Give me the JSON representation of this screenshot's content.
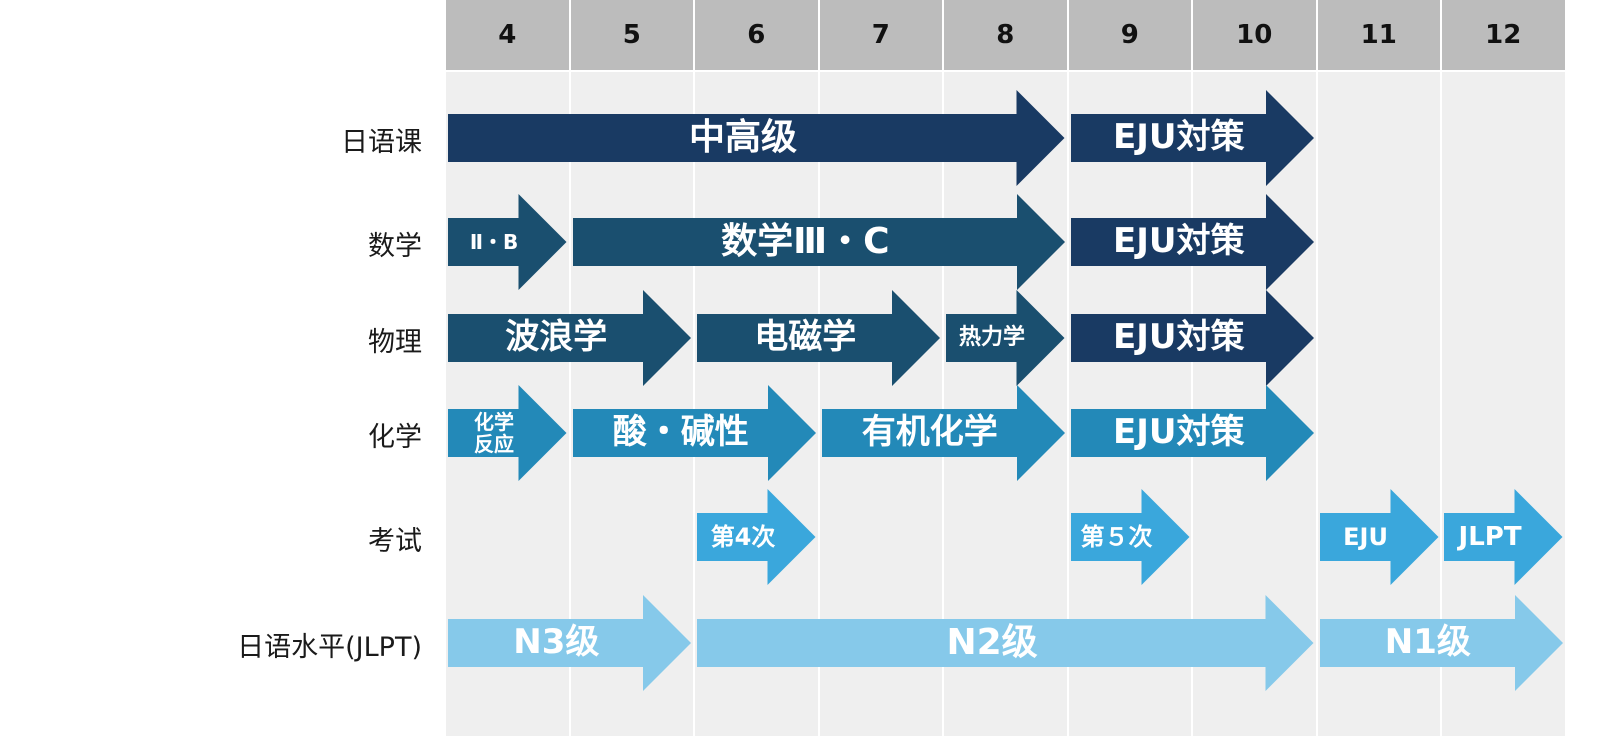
{
  "months": [
    "4",
    "5",
    "6",
    "7",
    "8",
    "9",
    "10",
    "11",
    "12"
  ],
  "rows": [
    {
      "label": "日语课"
    },
    {
      "label": "数学"
    },
    {
      "label": "物理"
    },
    {
      "label": "化学"
    },
    {
      "label": "考试"
    },
    {
      "label": "日语水平(JLPT)"
    }
  ],
  "bars": [
    {
      "row": 0,
      "start": 4.0,
      "end": 9.0,
      "text": "中高级",
      "color": "#193a63"
    },
    {
      "row": 0,
      "start": 9.0,
      "end": 11.0,
      "text": "EJU対策",
      "color": "#193a63"
    },
    {
      "row": 1,
      "start": 4.0,
      "end": 5.0,
      "text": "Ⅱ・B",
      "color": "#1a4f6f"
    },
    {
      "row": 1,
      "start": 5.0,
      "end": 9.0,
      "text": "数学Ⅲ・C",
      "color": "#1a4f6f"
    },
    {
      "row": 1,
      "start": 9.0,
      "end": 11.0,
      "text": "EJU対策",
      "color": "#193a63"
    },
    {
      "row": 2,
      "start": 4.0,
      "end": 6.0,
      "text": "波浪学",
      "color": "#1a4f6f"
    },
    {
      "row": 2,
      "start": 6.0,
      "end": 8.0,
      "text": "电磁学",
      "color": "#1a4f6f"
    },
    {
      "row": 2,
      "start": 8.0,
      "end": 9.0,
      "text": "热力学",
      "color": "#1a4f6f"
    },
    {
      "row": 2,
      "start": 9.0,
      "end": 11.0,
      "text": "EJU対策",
      "color": "#193a63"
    },
    {
      "row": 3,
      "start": 4.0,
      "end": 5.0,
      "text": "化学\n反应",
      "color": "#2389b8"
    },
    {
      "row": 3,
      "start": 5.0,
      "end": 7.0,
      "text": "酸・碱性",
      "color": "#2389b8"
    },
    {
      "row": 3,
      "start": 7.0,
      "end": 9.0,
      "text": "有机化学",
      "color": "#2389b8"
    },
    {
      "row": 3,
      "start": 9.0,
      "end": 11.0,
      "text": "EJU対策",
      "color": "#2389b8"
    },
    {
      "row": 4,
      "start": 6.0,
      "end": 7.0,
      "text": "第4次",
      "color": "#3aa7dc"
    },
    {
      "row": 4,
      "start": 9.0,
      "end": 10.0,
      "text": "第５次",
      "color": "#3aa7dc"
    },
    {
      "row": 4,
      "start": 11.0,
      "end": 12.0,
      "text": "EJU",
      "color": "#3aa7dc"
    },
    {
      "row": 4,
      "start": 12.0,
      "end": 13.0,
      "text": "JLPT",
      "color": "#3aa7dc"
    },
    {
      "row": 5,
      "start": 4.0,
      "end": 6.0,
      "text": "N3级",
      "color": "#86c9ea"
    },
    {
      "row": 5,
      "start": 6.0,
      "end": 11.0,
      "text": "N2级",
      "color": "#86c9ea"
    },
    {
      "row": 5,
      "start": 11.0,
      "end": 13.0,
      "text": "N1级",
      "color": "#86c9ea"
    }
  ]
}
